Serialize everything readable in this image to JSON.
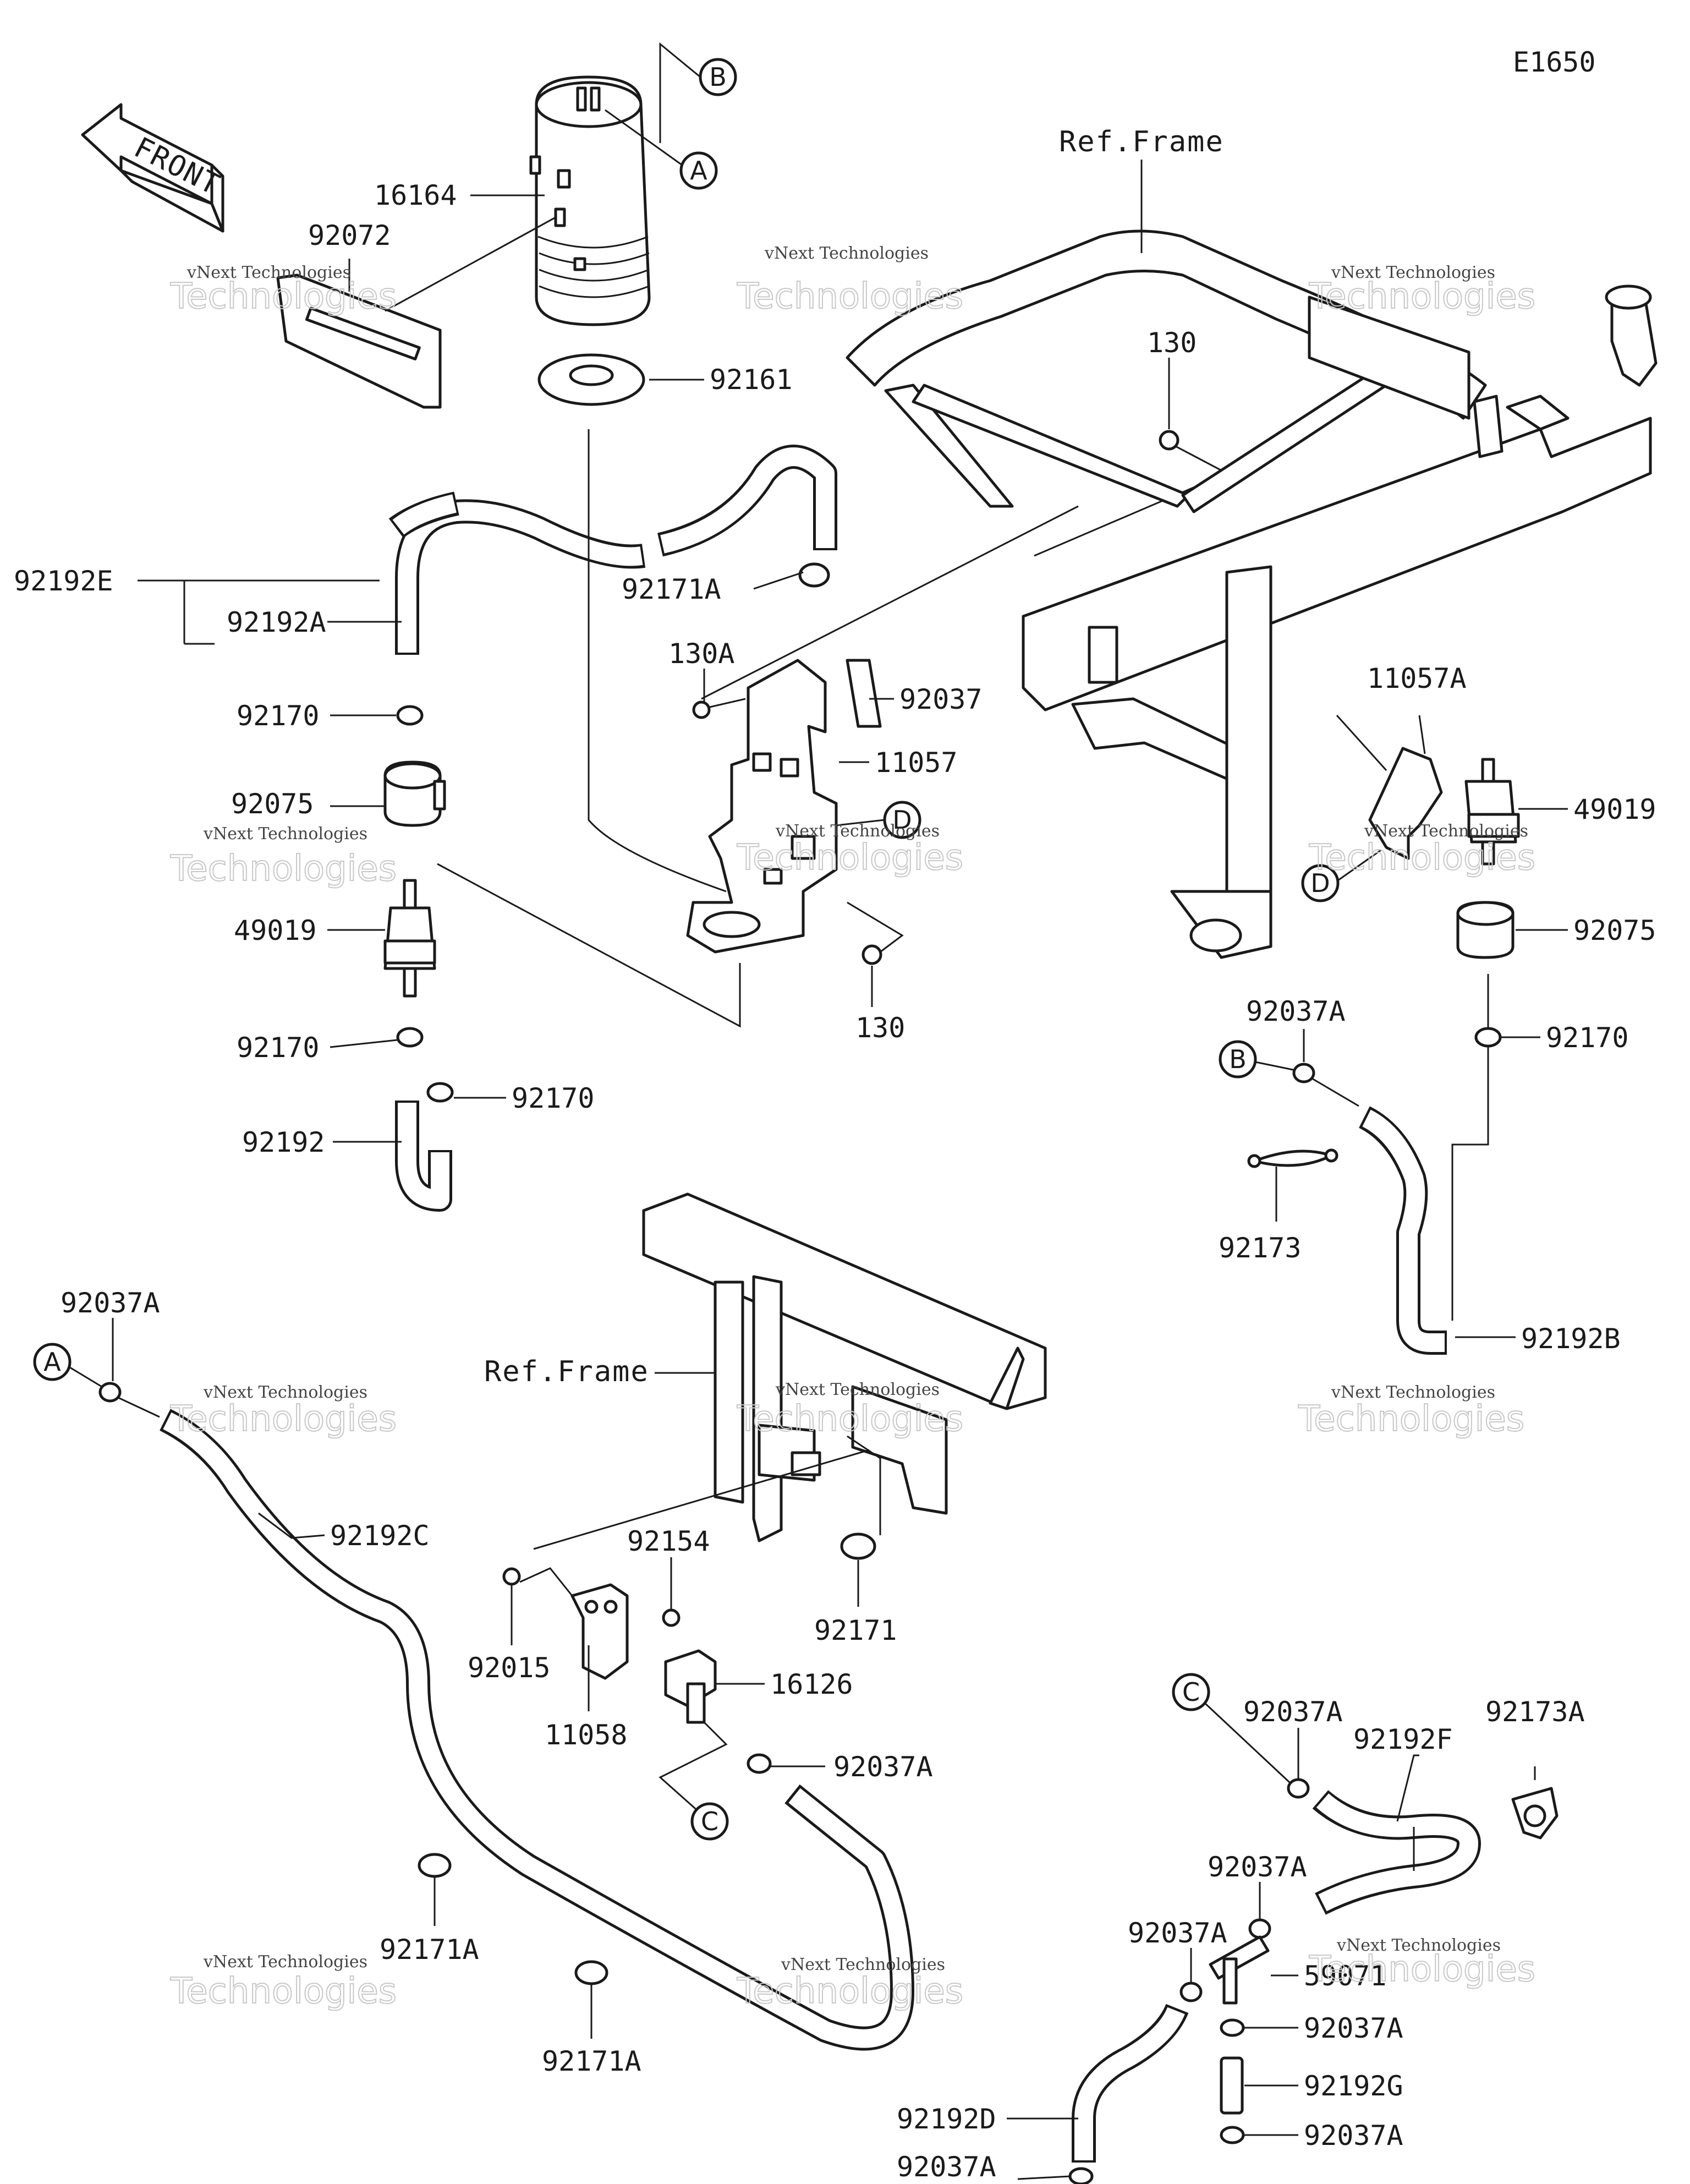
{
  "diagram_code": "E1650",
  "front_arrow": "FRONT",
  "ref_frame_labels": [
    "Ref.Frame",
    "Ref.Frame"
  ],
  "watermark": {
    "small": "vNext Technologies",
    "large": "Technologies"
  },
  "connector_letters": {
    "A_top": "A",
    "B_top": "B",
    "D_mid": "D",
    "D_right": "D",
    "B_right": "B",
    "A_left": "A",
    "C_mid": "C",
    "C_right": "C"
  },
  "parts": {
    "p16164": "16164",
    "p92072": "92072",
    "p92161": "92161",
    "p92192E": "92192E",
    "p92192A": "92192A",
    "p92171A_top": "92171A",
    "p130_top": "130",
    "p130A": "130A",
    "p92037": "92037",
    "p11057": "11057",
    "p92170_1": "92170",
    "p92075_left": "92075",
    "p49019_left": "49019",
    "p130_bot": "130",
    "p92170_2": "92170",
    "p92170_3": "92170",
    "p92192": "92192",
    "p11057A": "11057A",
    "p49019_right": "49019",
    "p92075_right": "92075",
    "p92037A_r1": "92037A",
    "p92170_right": "92170",
    "p92173": "92173",
    "p92192B": "92192B",
    "p92037A_left": "92037A",
    "p92192C": "92192C",
    "p92154": "92154",
    "p92015": "92015",
    "p92171": "92171",
    "p16126": "16126",
    "p11058": "11058",
    "p92037A_mid": "92037A",
    "p92171A_b1": "92171A",
    "p92171A_b2": "92171A",
    "p92037A_c": "92037A",
    "p92192F": "92192F",
    "p92173A": "92173A",
    "p92037A_d": "92037A",
    "p92037A_e": "92037A",
    "p59071": "59071",
    "p92037A_f": "92037A",
    "p92192G": "92192G",
    "p92037A_g": "92037A",
    "p92192D": "92192D",
    "p92037A_h": "92037A"
  }
}
